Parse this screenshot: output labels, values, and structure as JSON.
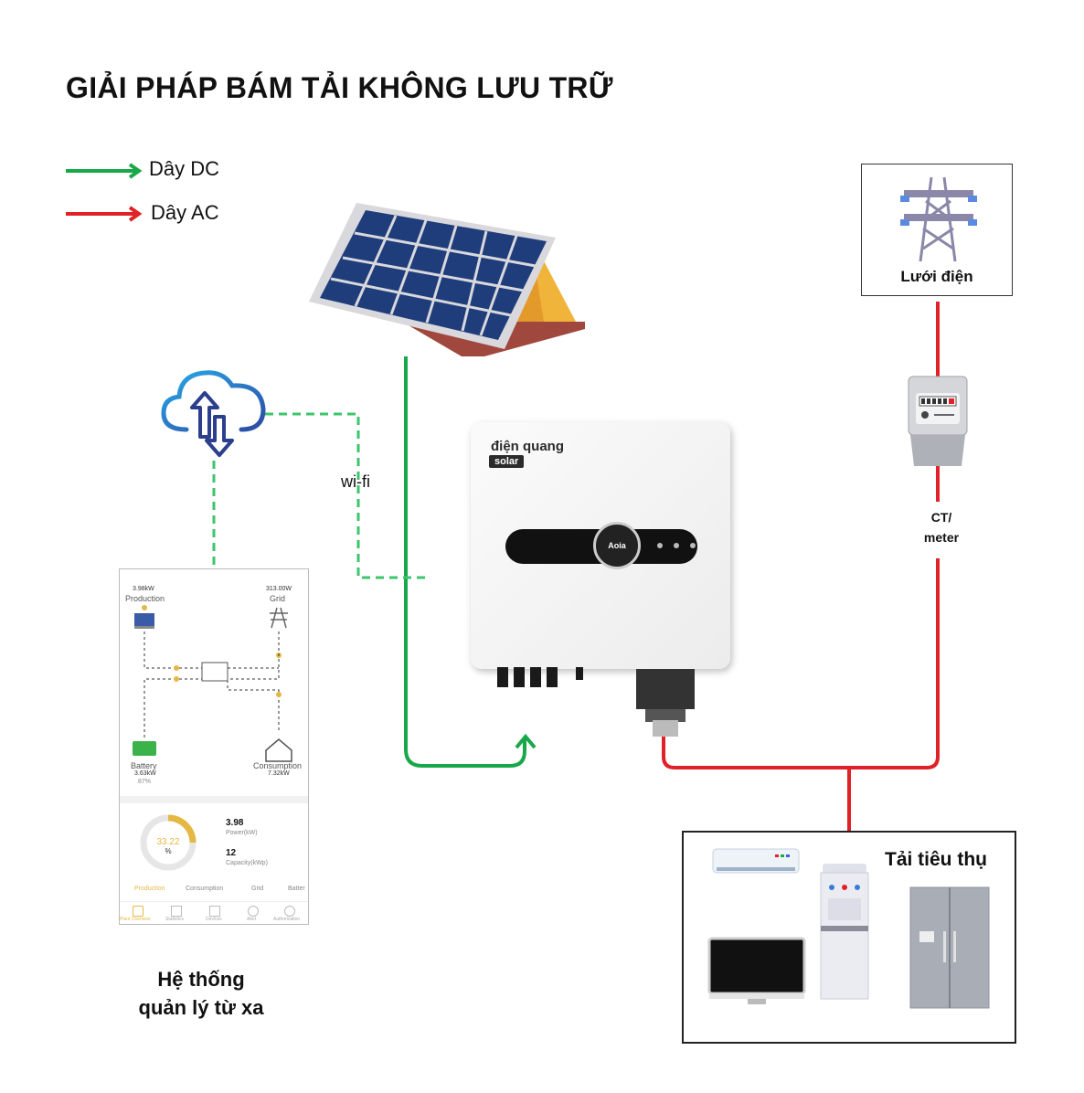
{
  "title": "GIẢI PHÁP BÁM TẢI KHÔNG LƯU TRỮ",
  "legend": [
    {
      "label": "Dây DC",
      "color": "#18a84a"
    },
    {
      "label": "Dây AC",
      "color": "#e02127"
    }
  ],
  "grid": {
    "label": "Lưới điện"
  },
  "ct_meter": {
    "line1": "CT/",
    "line2": "meter"
  },
  "wifi_label": "wi-fi",
  "inverter": {
    "brand1": "điện quang",
    "brand2": "solar",
    "panel_logo": "Aoia"
  },
  "loads": {
    "label": "Tải tiêu thụ"
  },
  "remote_caption": {
    "line1": "Hệ thống",
    "line2": "quản lý từ xa"
  },
  "app": {
    "production": {
      "value": "3.98kW",
      "label": "Production"
    },
    "grid": {
      "value": "313.00W",
      "label": "Grid"
    },
    "battery": {
      "label": "Battery",
      "value": "3.63kW",
      "percent": "87%"
    },
    "consumption": {
      "label": "Consumption",
      "value": "7.32kW"
    },
    "gauge_value": "33.22",
    "gauge_unit": "%",
    "power_value": "3.98",
    "power_label": "Power(kW)",
    "capacity_value": "12",
    "capacity_label": "Capacity(kWp)",
    "tabs": [
      "Production",
      "Consumption",
      "Grid",
      "Batter"
    ],
    "nav": [
      "Plant Overview",
      "Statistics",
      "Devices",
      "Alert",
      "Authorization"
    ]
  },
  "colors": {
    "dc": "#18a84a",
    "ac": "#e02127",
    "wifi": "#3ec46d"
  }
}
